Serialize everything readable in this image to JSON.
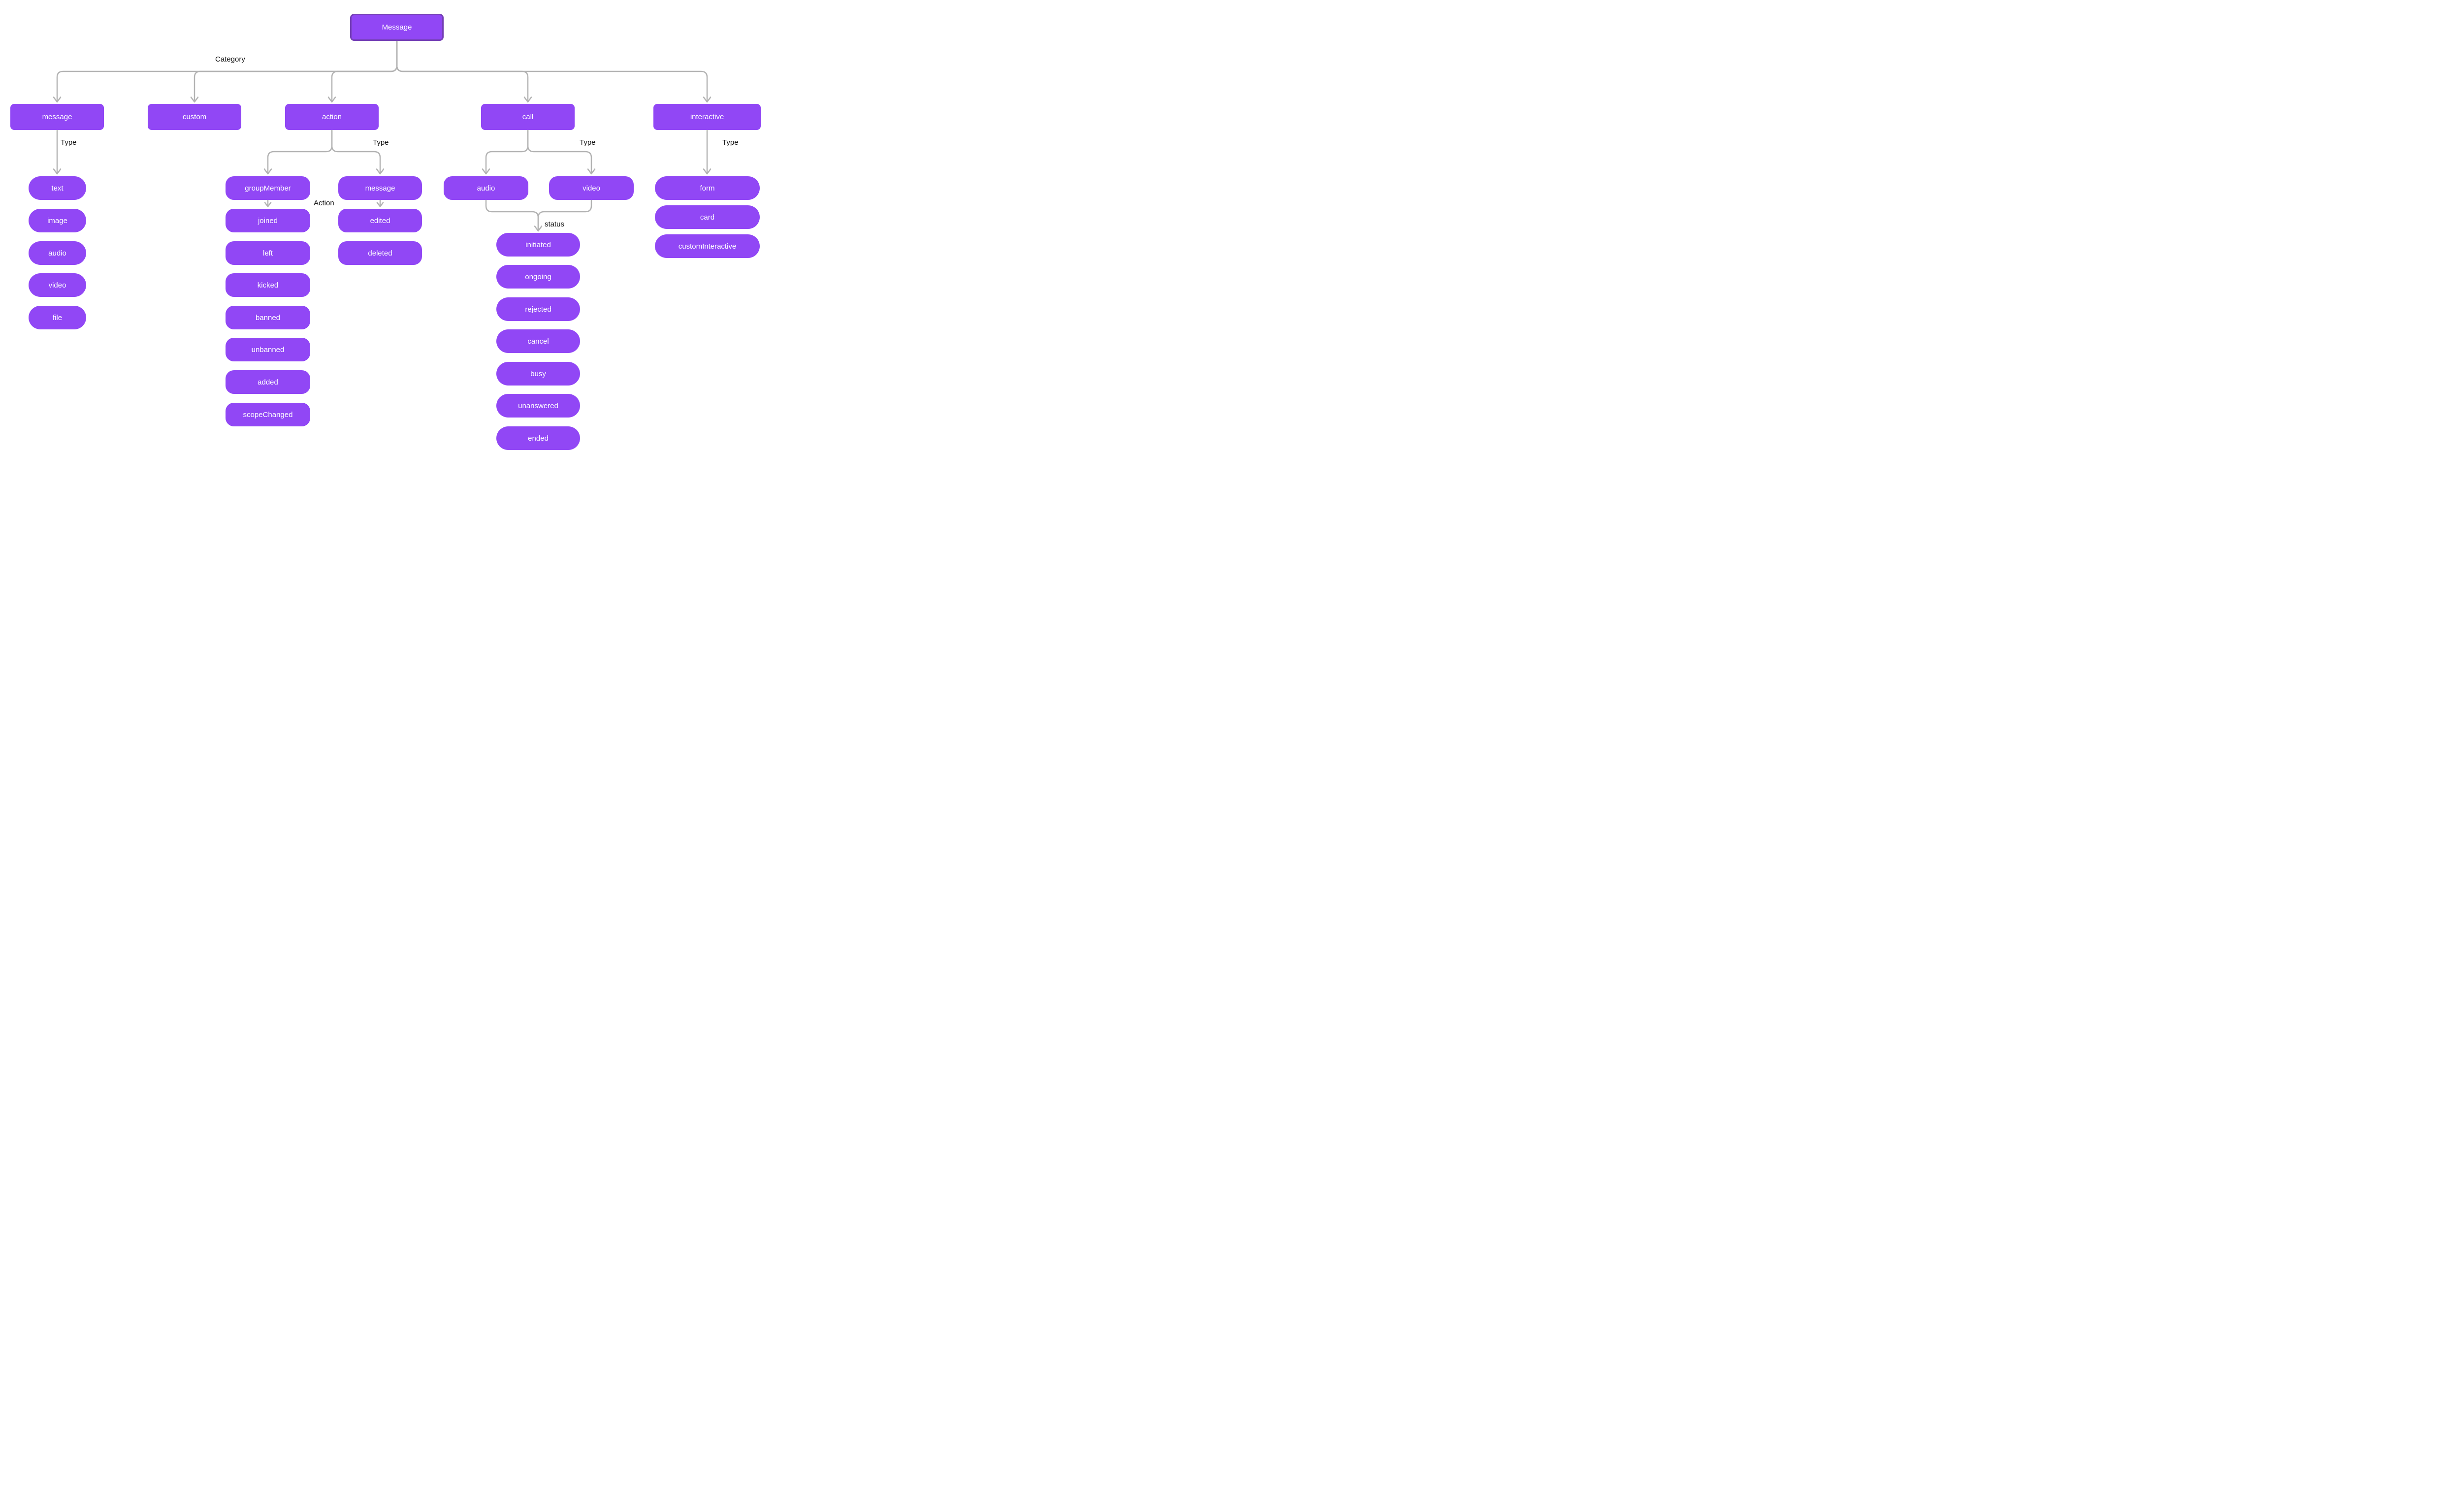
{
  "colors": {
    "background": "#ffffff",
    "node_fill": "#9147f5",
    "root_node_border": "#7540b6",
    "connector": "#b3b3b3",
    "edge_label_text": "#141414",
    "node_text": "#ffffff"
  },
  "labels": {
    "category": "Category",
    "type": "Type",
    "action": "Action",
    "status": "status"
  },
  "tree": {
    "root": "Message",
    "categories": [
      {
        "name": "message",
        "type_children": [
          "text",
          "image",
          "audio",
          "video",
          "file"
        ]
      },
      {
        "name": "custom",
        "type_children": []
      },
      {
        "name": "action",
        "type_children": [
          {
            "name": "groupMember",
            "action_children": [
              "joined",
              "left",
              "kicked",
              "banned",
              "unbanned",
              "added",
              "scopeChanged"
            ]
          },
          {
            "name": "message",
            "action_children": [
              "edited",
              "deleted"
            ]
          }
        ]
      },
      {
        "name": "call",
        "type_children": [
          "audio",
          "video"
        ],
        "status_children": [
          "initiated",
          "ongoing",
          "rejected",
          "cancel",
          "busy",
          "unanswered",
          "ended"
        ]
      },
      {
        "name": "interactive",
        "type_children": [
          "form",
          "card",
          "customInteractive"
        ]
      }
    ]
  }
}
